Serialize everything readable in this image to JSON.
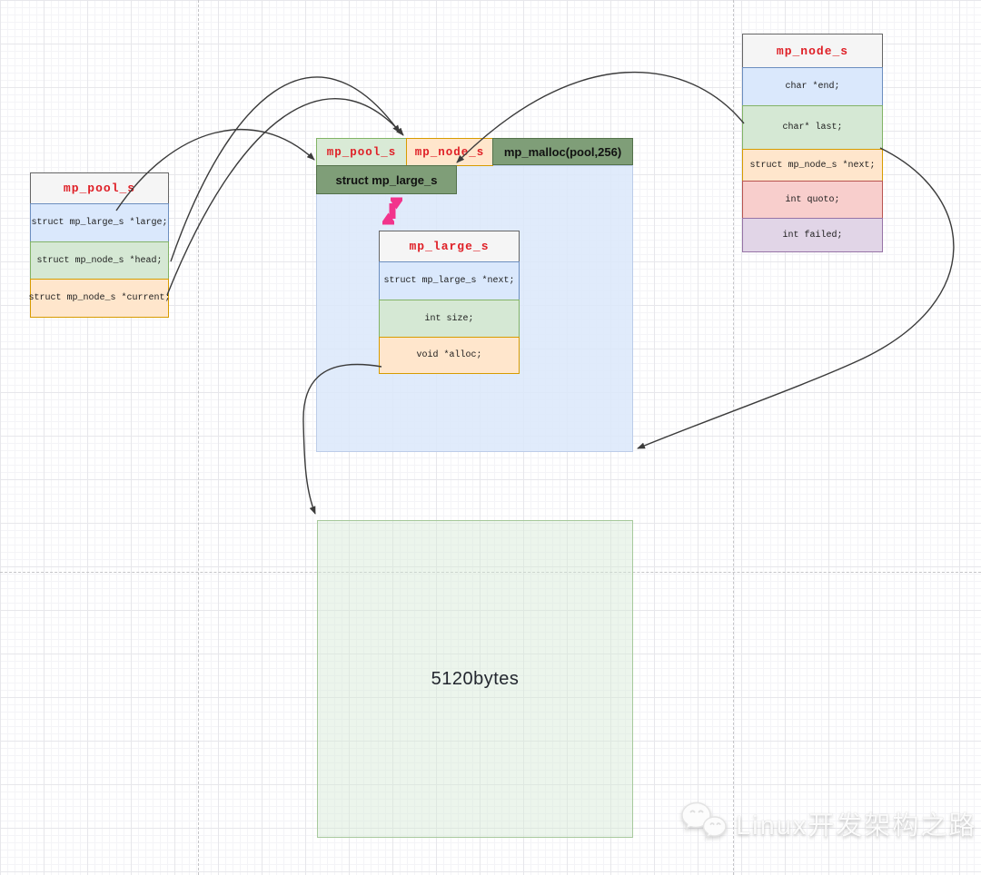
{
  "palette": {
    "header_fill": "#f5f5f5",
    "title_red": "#df1f26",
    "blue": "#dae8fc",
    "green": "#d5e8d4",
    "orange": "#ffe6cc",
    "red": "#f8cecc",
    "purple": "#e1d5e7",
    "dark_green": "#7f9e78",
    "blue_region": "#dae8fa",
    "green_region": "#eaf3e9",
    "pink_arrow": "#f2348c",
    "arrow_black": "#3b3b3b"
  },
  "left_box": {
    "title": "mp_pool_s",
    "fields": [
      {
        "text": "struct mp_large_s *large;",
        "tone": "blue"
      },
      {
        "text": "struct mp_node_s *head;",
        "tone": "green"
      },
      {
        "text": "struct mp_node_s *current;",
        "tone": "orange"
      }
    ]
  },
  "middle_box": {
    "title": "mp_large_s",
    "fields": [
      {
        "text": "struct mp_large_s *next;",
        "tone": "blue"
      },
      {
        "text": "int size;",
        "tone": "green"
      },
      {
        "text": "void *alloc;",
        "tone": "orange"
      }
    ]
  },
  "right_box": {
    "title": "mp_node_s",
    "fields": [
      {
        "text": "char *end;",
        "tone": "blue"
      },
      {
        "text": "char* last;",
        "tone": "green"
      },
      {
        "text": "struct mp_node_s *next;",
        "tone": "orange"
      },
      {
        "text": "int quoto;",
        "tone": "red"
      },
      {
        "text": "int failed;",
        "tone": "purple"
      }
    ]
  },
  "top_row": {
    "pool_label": "mp_pool_s",
    "node_label": "mp_node_s",
    "malloc_label": "mp_malloc(pool,256)",
    "struct_large_label": "struct mp_large_s"
  },
  "memory_block": {
    "label": "5120bytes"
  },
  "watermark": {
    "text": "Linux开发架构之路",
    "icon": "wechat-logo-icon"
  },
  "arrows": [
    {
      "name": "arrow-large-field-to-pool-block"
    },
    {
      "name": "arrow-head-field-to-node-cell"
    },
    {
      "name": "arrow-current-field-to-node-cell"
    },
    {
      "name": "arrow-node-last-to-node-cell"
    },
    {
      "name": "arrow-node-struct-to-blue-region"
    },
    {
      "name": "arrow-alloc-field-to-memory-block"
    },
    {
      "name": "pink-double-arrow-struct-large"
    }
  ]
}
